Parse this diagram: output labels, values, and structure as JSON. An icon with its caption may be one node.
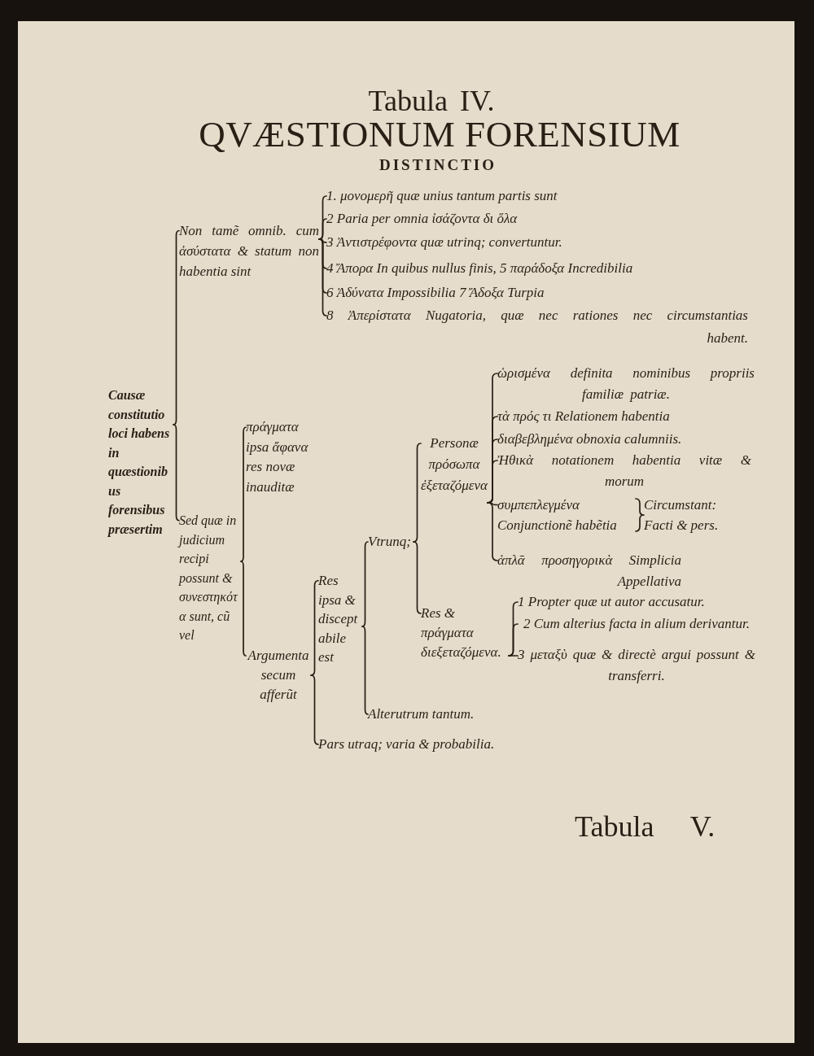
{
  "diagram": {
    "title": "Tabula IV.",
    "nodes": [
      {
        "text": [
          "Causæ constitutio loci habens in quæstionibus forensibus præsertim"
        ]
      },
      {
        "text": [
          "Non tamẽ omnib. cum ἀσύστατα & statum non habentia sint"
        ]
      },
      {
        "text": [
          "1. μονομερῆ quæ unius tantum partis sunt"
        ]
      },
      {
        "text": [
          "2 Paria per omnia ἰσάζοντα δι ὅλα"
        ]
      },
      {
        "text": [
          "3 Ἀντιστρέφοντα quæ utrinq; convertuntur."
        ]
      },
      {
        "text": [
          "4 Ἄπορα In quibus nullus finis, 5 παράδοξα Incredibilia"
        ]
      },
      {
        "text": [
          "6 Ἀδύνατα Impossibilia 7 Ἄδοξα Turpia"
        ]
      },
      {
        "text": [
          "8 Ἀπερίστατα Nugatoria, quæ nec rationes nec circumstantias habent."
        ]
      },
      {
        "text": [
          "Sed quæ in judicium recipi possunt & συνεστηκότα sunt, cũ vel"
        ]
      },
      {
        "text": [
          "πράγματα ipsa ἄφανα res novæ inauditæ"
        ]
      },
      {
        "text": [
          "Argumenta secum afferũt"
        ]
      },
      {
        "text": [
          "Res ipsa & disceptabile est"
        ]
      },
      {
        "text": [
          "Pars utraq; varia & probabilia."
        ]
      },
      {
        "text": [
          "Vtrunq;"
        ]
      },
      {
        "text": [
          "Alterutrum tantum."
        ]
      },
      {
        "text": [
          "Personæ πρόσωπα ἐξεταζόμενα"
        ]
      },
      {
        "text": [
          "Res & πράγματα διεξεταζόμενα."
        ]
      },
      {
        "text": [
          "ὡρισμένα definita nominibus propriis familiæ patriæ."
        ]
      },
      {
        "text": [
          "τὰ πρός τι Relationem habentia"
        ]
      },
      {
        "text": [
          "διαβεβλημένα obnoxia calumniis."
        ]
      },
      {
        "text": [
          "Ἠθικὰ notationem habentia vitæ & morum"
        ]
      },
      {
        "text": [
          "συμπεπλεγμένα Conjunctionẽ habẽtia"
        ]
      },
      {
        "text": [
          "Circumstant: Facti & pers."
        ]
      },
      {
        "text": [
          "ἁπλᾶ προσηγορικὰ Simplicia Appellativa"
        ]
      },
      {
        "text": [
          "1 Propter quæ ut autor accusatur."
        ]
      },
      {
        "text": [
          "2 Cum alterius facta in alium derivantur."
        ]
      },
      {
        "text": [
          "3 μεταξὺ quæ & directè argui possunt & transferri."
        ]
      }
    ],
    "edges": [
      {
        "from": 0,
        "to": 1,
        "arrow": "none"
      },
      {
        "from": 0,
        "to": 8,
        "arrow": "none"
      },
      {
        "from": 1,
        "to": 2,
        "arrow": "none"
      },
      {
        "from": 1,
        "to": 3,
        "arrow": "none"
      },
      {
        "from": 1,
        "to": 4,
        "arrow": "none"
      },
      {
        "from": 1,
        "to": 5,
        "arrow": "none"
      },
      {
        "from": 1,
        "to": 6,
        "arrow": "none"
      },
      {
        "from": 1,
        "to": 7,
        "arrow": "none"
      },
      {
        "from": 8,
        "to": 9,
        "arrow": "none"
      },
      {
        "from": 8,
        "to": 10,
        "arrow": "none"
      },
      {
        "from": 10,
        "to": 11,
        "arrow": "none"
      },
      {
        "from": 10,
        "to": 12,
        "arrow": "none"
      },
      {
        "from": 11,
        "to": 13,
        "arrow": "none"
      },
      {
        "from": 11,
        "to": 14,
        "arrow": "none"
      },
      {
        "from": 13,
        "to": 15,
        "arrow": "none"
      },
      {
        "from": 13,
        "to": 16,
        "arrow": "none"
      },
      {
        "from": 15,
        "to": 17,
        "arrow": "none"
      },
      {
        "from": 15,
        "to": 18,
        "arrow": "none"
      },
      {
        "from": 15,
        "to": 19,
        "arrow": "none"
      },
      {
        "from": 15,
        "to": 20,
        "arrow": "none"
      },
      {
        "from": 15,
        "to": 21,
        "arrow": "none"
      },
      {
        "from": 15,
        "to": 23,
        "arrow": "none"
      },
      {
        "from": 21,
        "to": 22,
        "arrow": "none"
      },
      {
        "from": 16,
        "to": 24,
        "arrow": "none"
      },
      {
        "from": 16,
        "to": 25,
        "arrow": "none"
      },
      {
        "from": 16,
        "to": 26,
        "arrow": "none"
      }
    ],
    "labels": [
      "QVÆSTIONUM FORENSIUM",
      "DISTINCTIO",
      "Tabula V."
    ]
  }
}
